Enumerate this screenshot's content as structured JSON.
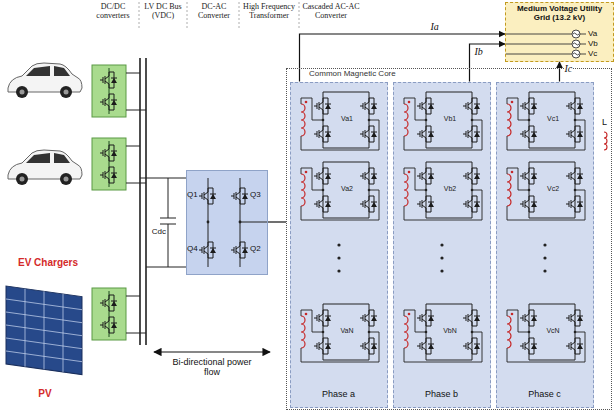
{
  "diagram": {
    "nodes": [
      {
        "text": [
          "Common Magnetic Core"
        ]
      },
      {
        "text": [
          "Phase a"
        ],
        "in": 0
      },
      {
        "text": [
          "Phase b"
        ],
        "in": 0
      },
      {
        "text": [
          "Phase c"
        ],
        "in": 0
      },
      {
        "text": [
          "Medium Voltage Utility Grid (13.2 kV)",
          "Va",
          "Vb",
          "Vc"
        ]
      },
      {
        "text": [
          "Q1",
          "Q3",
          "Q4",
          "Q2"
        ]
      }
    ],
    "edges": [
      {
        "from": 1,
        "to": 4,
        "arrow": "to",
        "label": "Ia"
      },
      {
        "from": 2,
        "to": 4,
        "arrow": "to",
        "label": "Ib"
      },
      {
        "from": 3,
        "to": 4,
        "arrow": "to",
        "label": "Ic"
      },
      {
        "from": 5,
        "to": 0,
        "arrow": "none"
      }
    ],
    "labels": [
      "DC/DC converters",
      "LV DC Bus (VDC)",
      "DC-AC Converter",
      "High Frequency Transformer",
      "Cascaded AC-AC Converter",
      "EV Chargers",
      "PV",
      "Cdc",
      "Bi-directional power flow",
      "L",
      "Va1",
      "Va2",
      "VaN",
      "Vb1",
      "Vb2",
      "VbN",
      "Vc1",
      "Vc2",
      "VcN"
    ]
  }
}
